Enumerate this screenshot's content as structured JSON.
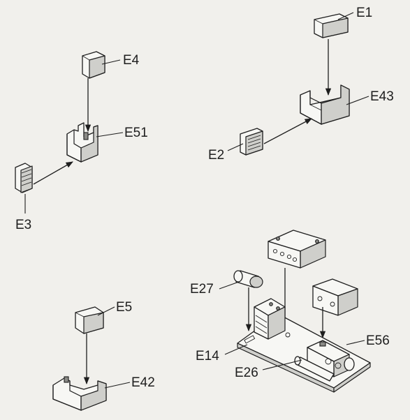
{
  "diagram": {
    "labels": {
      "e1": "E1",
      "e43": "E43",
      "e2": "E2",
      "e4": "E4",
      "e51": "E51",
      "e3": "E3",
      "e5": "E5",
      "e42": "E42",
      "e27": "E27",
      "e14": "E14",
      "e26": "E26",
      "e56": "E56"
    }
  }
}
